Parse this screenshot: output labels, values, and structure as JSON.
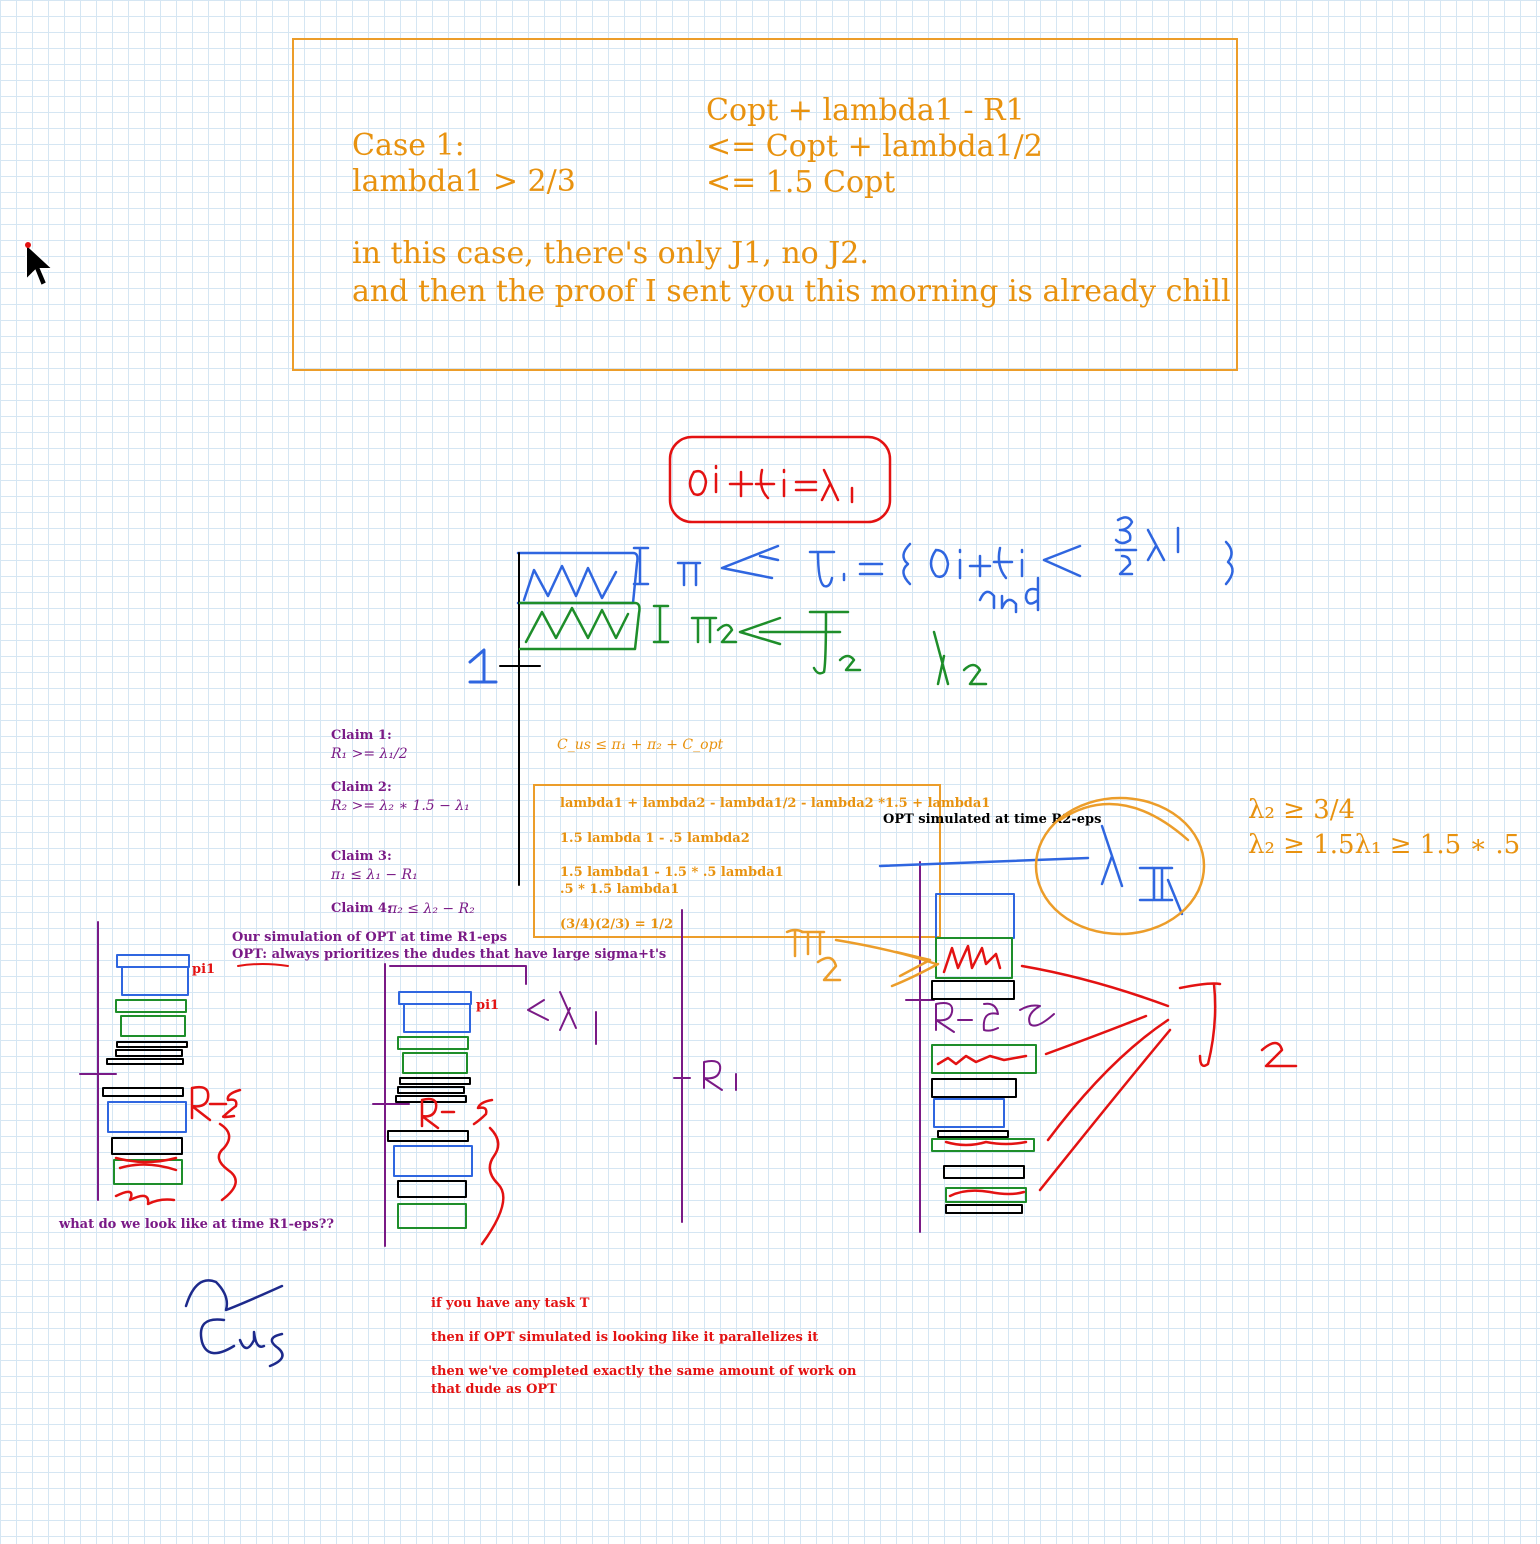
{
  "case_box": {
    "title": "Case 1:",
    "condition": "lambda1 > 2/3",
    "eq1": "Copt + lambda1 - R1",
    "eq2": "<= Copt + lambda1/2",
    "eq3": "<= 1.5 Copt",
    "note1": "in this case, there's only J1, no J2.",
    "note2": "and then the proof I sent you this morning is already chill"
  },
  "claims": [
    {
      "label": "Claim 1:",
      "formula": "R₁ >= λ₁/2"
    },
    {
      "label": "Claim 2:",
      "formula": "R₂ >= λ₂ ∗ 1.5 − λ₁"
    },
    {
      "label": "Claim 3:",
      "formula": "π₁ ≤ λ₁ − R₁"
    },
    {
      "label": "Claim 4:",
      "formula": "π₂ ≤ λ₂ − R₂"
    }
  ],
  "cost_bound": "C_us ≤ π₁ + π₂ + C_opt",
  "calc_box": {
    "line1": "lambda1 + lambda2 - lambda1/2 - lambda2 *1.5 + lambda1",
    "line2": "1.5 lambda 1 - .5 lambda2",
    "line3": "1.5 lambda1 - 1.5 * .5 lambda1",
    "line4": ".5 * 1.5 lambda1",
    "line5": "(3/4)(2/3) = 1/2"
  },
  "opt_sim_label": "OPT simulated at time R2-eps",
  "lambda_ineq1": "λ₂ ≥ 3/4",
  "lambda_ineq2": "λ₂ ≥ 1.5λ₁ ≥ 1.5 ∗ .5",
  "sim_note1": "Our simulation of OPT at time R1-eps",
  "sim_note2": "OPT: always prioritizes the dudes that have large sigma+t's",
  "pi1_label_a": "pi1",
  "pi1_label_b": "pi1",
  "question": "what do we look like at time R1-eps??",
  "task_note1": "if you have any task T",
  "task_note2": "then if OPT simulated is looking like it parallelizes it",
  "task_note3": "then we've completed exactly the same amount of work on",
  "task_note4": "that dude as OPT",
  "colors": {
    "orange": "#e8920f",
    "blue": "#2f66e0",
    "green": "#1e8e2a",
    "red": "#e31212",
    "purple": "#7a1a86",
    "navy": "#1d2a8c"
  },
  "icons": [
    "cursor-arrow-icon"
  ]
}
